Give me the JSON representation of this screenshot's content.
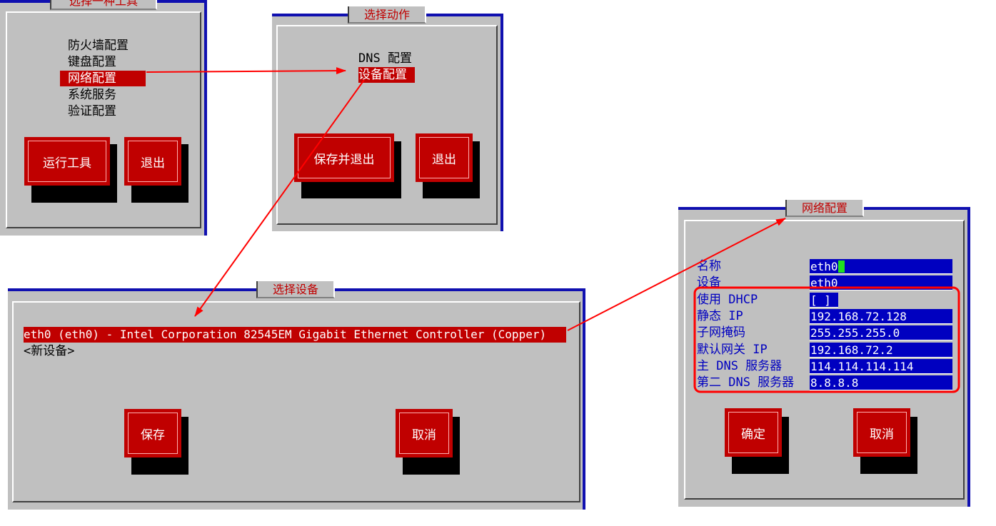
{
  "tool_panel": {
    "title": "选择一种工具",
    "items": [
      "防火墙配置",
      "键盘配置",
      "网络配置",
      "系统服务",
      "验证配置"
    ],
    "selected_index": 2,
    "run_button": "运行工具",
    "quit_button": "退出"
  },
  "action_panel": {
    "title": "选择动作",
    "items": [
      "DNS 配置",
      "设备配置"
    ],
    "selected_index": 1,
    "save_quit_button": "保存并退出",
    "quit_button": "退出"
  },
  "device_panel": {
    "title": "选择设备",
    "items": [
      "eth0 (eth0) - Intel Corporation 82545EM Gigabit Ethernet Controller (Copper)",
      "<新设备>"
    ],
    "selected_index": 0,
    "save_button": "保存",
    "cancel_button": "取消"
  },
  "network_panel": {
    "title": "网络配置",
    "fields": [
      {
        "label": "名称",
        "value": "eth0"
      },
      {
        "label": "设备",
        "value": "eth0"
      },
      {
        "label": "使用 DHCP",
        "value": "[ ]"
      },
      {
        "label": "静态 IP",
        "value": "192.168.72.128"
      },
      {
        "label": "子网掩码",
        "value": "255.255.255.0"
      },
      {
        "label": "默认网关 IP",
        "value": "192.168.72.2"
      },
      {
        "label": "主 DNS 服务器",
        "value": "114.114.114.114"
      },
      {
        "label": "第二 DNS 服务器",
        "value": "8.8.8.8"
      }
    ],
    "ok_button": "确定",
    "cancel_button": "取消"
  },
  "colors": {
    "panel_bg": "#c0c0c0",
    "border_blue": "#1010b0",
    "highlight_red": "#c00000",
    "field_blue": "#0000c0",
    "annotation_red": "#ff0000",
    "cursor_green": "#20e020"
  }
}
